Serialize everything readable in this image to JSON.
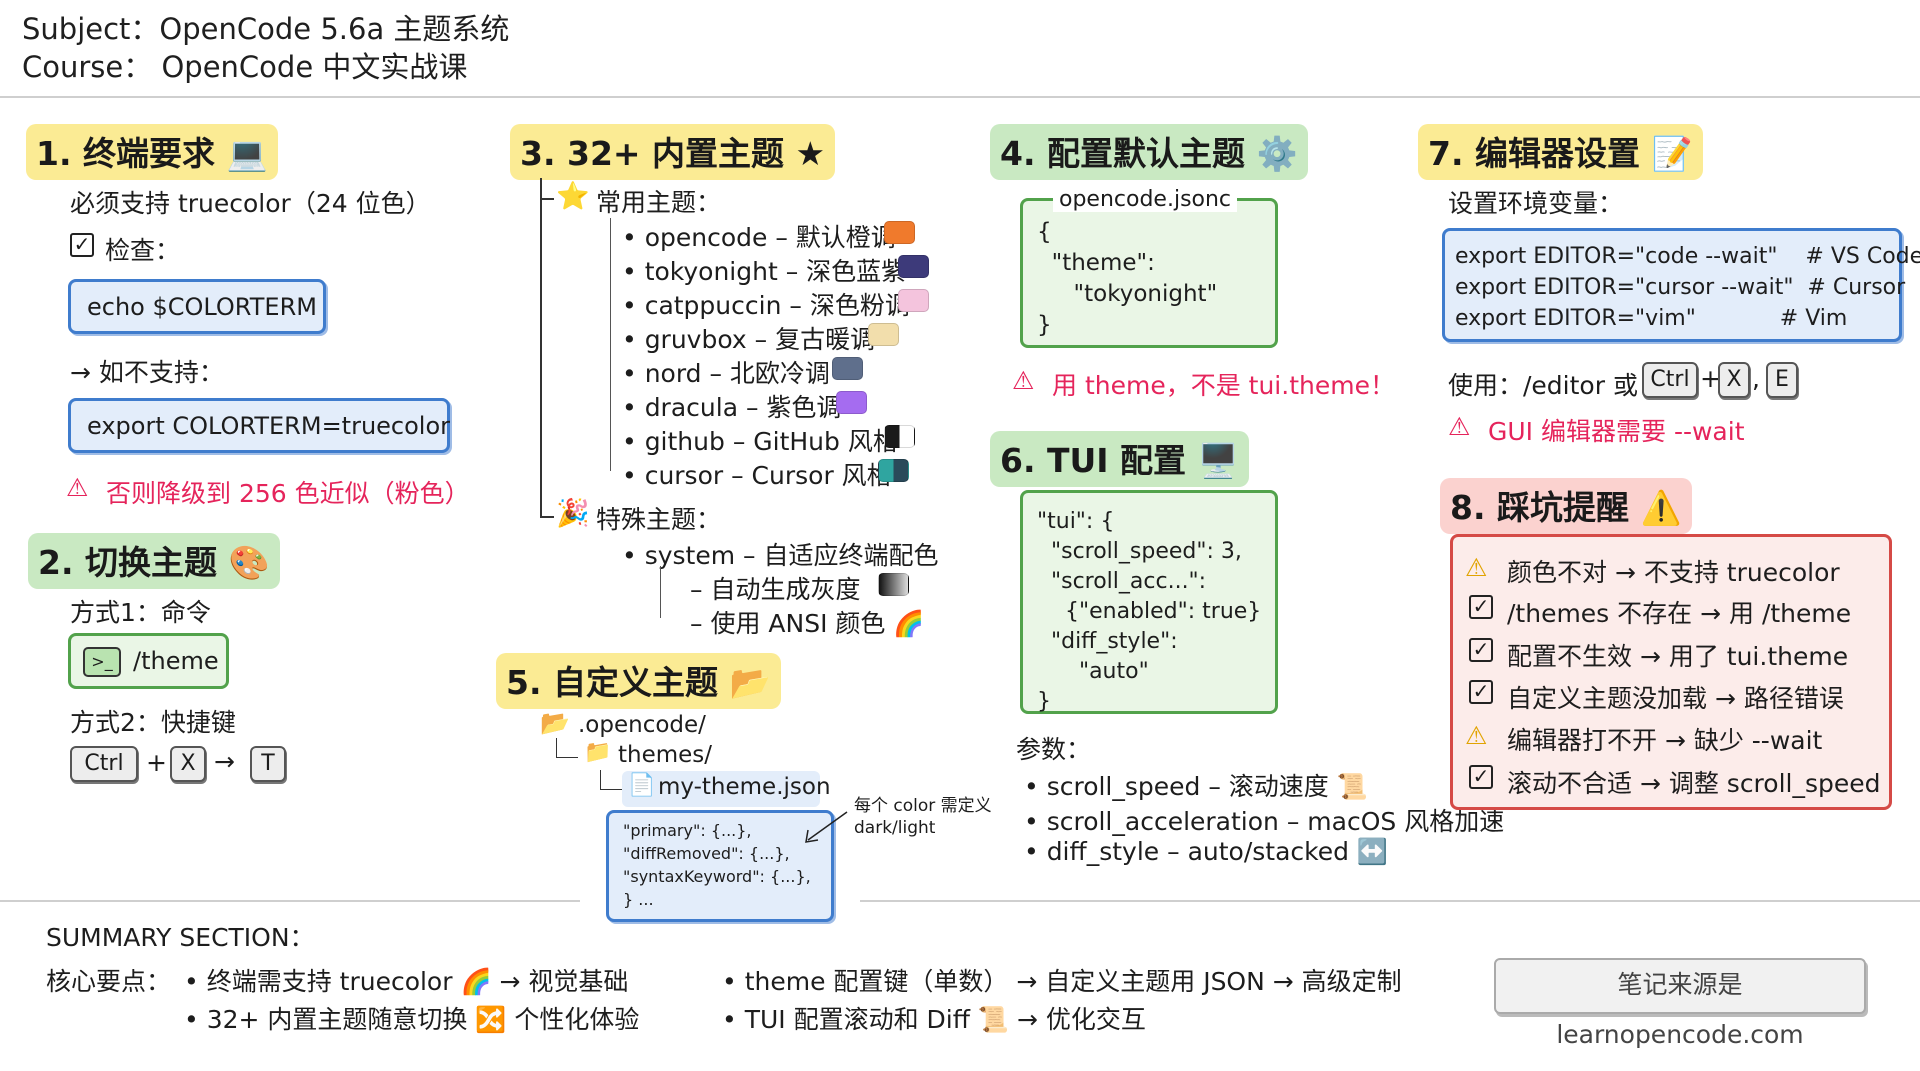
{
  "header": {
    "subject": "Subject：OpenCode 5.6a 主题系统",
    "course": "Course：  OpenCode 中文实战课"
  },
  "s1": {
    "title": "1. 终端要求 💻",
    "line1": "必须支持 truecolor（24 位色）",
    "check": "检查：",
    "cmd1": "echo $COLORTERM",
    "notsupport": "→ 如不支持：",
    "cmd2": "export COLORTERM=truecolor",
    "warn": "否则降级到 256 色近似（粉色）"
  },
  "s2": {
    "title": "2. 切换主题 🎨",
    "way1": "方式1：命令",
    "cmd": "/theme",
    "prompt_icon": ">_",
    "way2": "方式2：快捷键",
    "keys": [
      "Ctrl",
      "X",
      "T"
    ],
    "plus": "+",
    "arrow": "→"
  },
  "s3": {
    "title": "3. 32+ 内置主题 ★",
    "common_label": "常用主题：",
    "themes": [
      {
        "name": "• opencode – 默认橙调",
        "color": "#f07a2c"
      },
      {
        "name": "• tokyonight – 深色蓝紫",
        "color": "#3d3a7a"
      },
      {
        "name": "• catppuccin – 深色粉调",
        "color": "#f4c4dd"
      },
      {
        "name": "• gruvbox – 复古暖调",
        "color": "#f2deac"
      },
      {
        "name": "• nord – 北欧冷调",
        "color": "#5f6f8c"
      },
      {
        "name": "• dracula – 紫色调",
        "color": "#a56cf0"
      },
      {
        "name": "• github – GitHub 风格",
        "color": "#1a1a1a"
      },
      {
        "name": "• cursor – Cursor 风格",
        "color": "#2fa5a0"
      }
    ],
    "special_label": "特殊主题：",
    "system": "• system – 自适应终端配色",
    "sub1": "– 自动生成灰度",
    "sub2": "– 使用 ANSI 颜色 🌈"
  },
  "s4": {
    "title": "4. 配置默认主题 ⚙️",
    "file": "opencode.jsonc",
    "code": "{\n  \"theme\":\n     \"tokyonight\"\n}",
    "warn": "用 theme，不是 tui.theme！"
  },
  "s5": {
    "title": "5. 自定义主题 📂",
    "folder1": ".opencode/",
    "folder2": "themes/",
    "file": "my-theme.json",
    "code": "\"primary\": {...},\n\"diffRemoved\": {...},\n\"syntaxKeyword\": {...},\n} ...",
    "note": "每个 color 需定义\ndark/light"
  },
  "s6": {
    "title": "6. TUI 配置 🖥️",
    "code": "\"tui\": {\n  \"scroll_speed\": 3,\n  \"scroll_acc...\":\n    {\"enabled\": true}\n  \"diff_style\":\n      \"auto\"\n}",
    "params": "参数：",
    "items": [
      "• scroll_speed – 滚动速度 📜",
      "• scroll_acceleration – macOS 风格加速",
      "• diff_style – auto/stacked ↔️"
    ]
  },
  "s7": {
    "title": "7. 编辑器设置 📝",
    "env": "设置环境变量：",
    "code": "export EDITOR=\"code --wait\"    # VS Code\nexport EDITOR=\"cursor --wait\"  # Cursor\nexport EDITOR=\"vim\"            # Vim",
    "usage": "使用：/editor 或",
    "keys": [
      "Ctrl",
      "X",
      "E"
    ],
    "warn": "GUI 编辑器需要 --wait"
  },
  "s8": {
    "title": "8. 踩坑提醒 ⚠️",
    "items": [
      {
        "mark": "warn",
        "text": "颜色不对 → 不支持 truecolor"
      },
      {
        "mark": "check",
        "text": "/themes 不存在 → 用 /theme"
      },
      {
        "mark": "check",
        "text": "配置不生效 → 用了 tui.theme"
      },
      {
        "mark": "check",
        "text": "自定义主题没加载 → 路径错误"
      },
      {
        "mark": "warn",
        "text": "编辑器打不开 → 缺少 --wait"
      },
      {
        "mark": "check",
        "text": "滚动不合适 → 调整 scroll_speed"
      }
    ]
  },
  "summary": {
    "label": "SUMMARY SECTION：",
    "key": "核心要点：",
    "p1": "• 终端需支持 truecolor 🌈 → 视觉基础",
    "p2": "• 32+ 内置主题随意切换 🔀 个性化体验",
    "p3": "• theme 配置键（单数） → 自定义主题用 JSON → 高级定制",
    "p4": "• TUI 配置滚动和 Diff 📜 → 优化交互",
    "source": "笔记来源是 learnopencode.com"
  }
}
